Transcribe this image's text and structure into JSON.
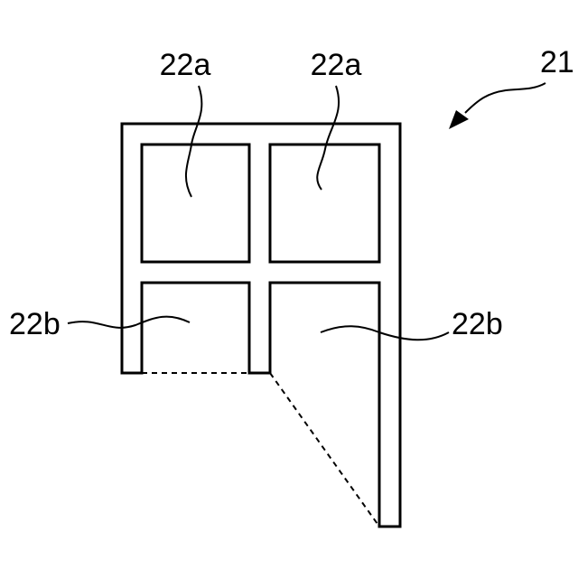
{
  "labels": {
    "assembly": "21",
    "cell_upper_left": "22a",
    "cell_upper_right": "22a",
    "cell_lower_left": "22b",
    "cell_lower_right": "22b"
  },
  "colors": {
    "line": "#000000",
    "background": "#ffffff"
  }
}
